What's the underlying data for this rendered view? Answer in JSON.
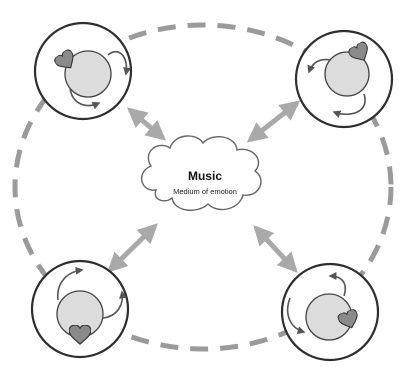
{
  "center": {
    "title": "Music",
    "subtitle": "Medium of emotion"
  },
  "colors": {
    "dashed_ring": "#9a9a9a",
    "arrow": "#a9a9a9",
    "node_outline": "#2e2e2e",
    "inner_circle_fill": "#dcdcdc",
    "heart_fill": "#8a8a8a",
    "cloud_fill": "#ffffff",
    "cloud_stroke": "#666666"
  },
  "nodes": [
    {
      "name": "top-left",
      "heart_icon": "heart-icon"
    },
    {
      "name": "top-right",
      "heart_icon": "heart-icon"
    },
    {
      "name": "bottom-left",
      "heart_icon": "heart-icon"
    },
    {
      "name": "bottom-right",
      "heart_icon": "heart-icon"
    }
  ]
}
